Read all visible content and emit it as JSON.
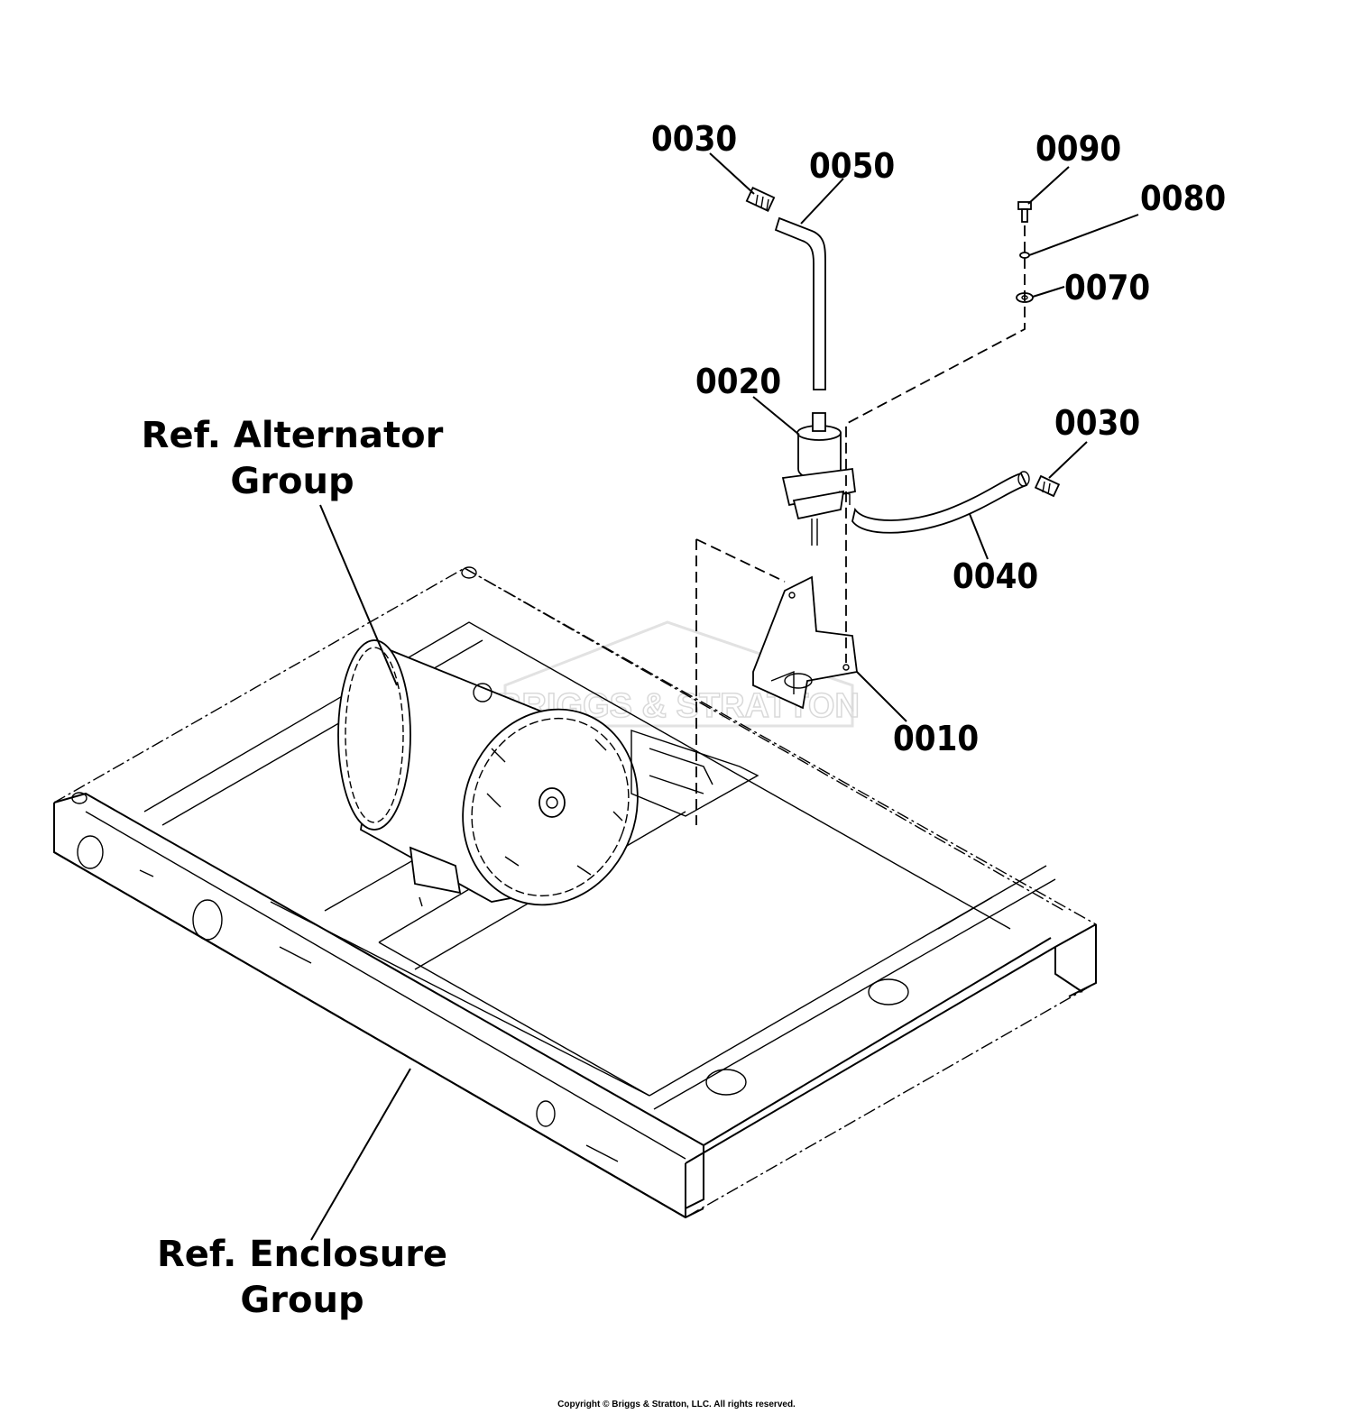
{
  "callouts": {
    "c0010": "0010",
    "c0020": "0020",
    "c0030_top": "0030",
    "c0030_right": "0030",
    "c0040": "0040",
    "c0050": "0050",
    "c0070": "0070",
    "c0080": "0080",
    "c0090": "0090"
  },
  "references": {
    "alternator_line1": "Ref. Alternator",
    "alternator_line2": "Group",
    "enclosure_line1": "Ref. Enclosure",
    "enclosure_line2": "Group"
  },
  "watermark": "BRIGGS & STRATTON",
  "copyright": "Copyright © Briggs & Stratton, LLC. All rights reserved."
}
